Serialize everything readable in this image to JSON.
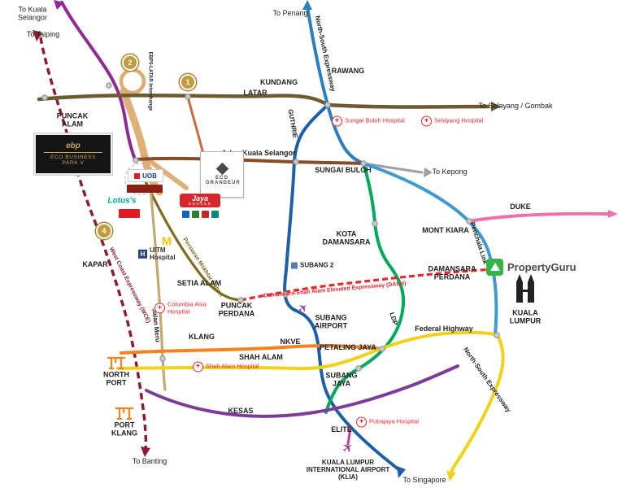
{
  "page": {
    "type": "location-map",
    "watermark": "PropertyGuru"
  },
  "roads": {
    "purple_trunk": "#8f2a95",
    "wce": "#8c1d30",
    "latar": "#6d5b2f",
    "nse": "#2d7dc1",
    "guthrie_elite": "#1f5fa8",
    "jalan_kuala_selangor": "#8a4b2a",
    "local": "#9aa0a6",
    "ldp": "#00a95c",
    "penchala": "#3f9ad0",
    "duke": "#f06eaa",
    "dash": "#e8282d",
    "mokhtar": "#7c6a1e",
    "jalan_meru": "#c7a871",
    "nkve": "#f5821f",
    "nse_south": "#f2d11b",
    "kesas": "#7d3c98",
    "klia_link": "#c13d8f",
    "ramp": "#dba96a",
    "ramp_orange": "#c96a3a"
  },
  "labels": {
    "to_kuala_selangor": "To Kuala Selangor",
    "to_taiping": "To Taiping",
    "to_penang": "To Penang",
    "rawang": "RAWANG",
    "kundang": "KUNDANG",
    "latar": "LATAR",
    "to_selayang_gombak": "To Selayang / Gombak",
    "nse_top": "North-South Expressway",
    "nse_south": "North-South Expressway",
    "guthrie": "GUTHRIE",
    "sungai_buloh_hospital": "Sungai Buloh Hospital",
    "selayang_hospital": "Selayang Hospital",
    "jalan_kuala_selangor": "Jalan Kuala Selangor",
    "sungai_buloh": "SUNGAI BULOH",
    "to_kepong": "To Kepong",
    "kota_damansara": "KOTA DAMANSARA",
    "mont_kiara": "MONT KIARA",
    "duke": "DUKE",
    "penchala_link": "Penchala Link",
    "damansara_perdana": "DAMANSARA PERDANA",
    "subang_2": "SUBANG 2",
    "dash": "Damansara-Shah Alam Elevated Expressway (DASH)",
    "persiaran_mokhtar_dahari": "Persiaran Mokhtar Dahari",
    "uitm_hospital": "UITM Hospital",
    "setia_alam": "SETIA ALAM",
    "columbia_asia_hospital": "Columbia Asia Hospital",
    "puncak_perdana": "PUNCAK PERDANA",
    "jalan_meru": "Jalan Meru",
    "wce": "West Coast Expressway (WCE)",
    "kapar": "KAPAR",
    "puncak_alam": "PUNCAK ALAM",
    "ebp5_latar_interchange": "EBP5-LATAR Interchange",
    "subang_airport": "SUBANG AIRPORT",
    "klang": "KLANG",
    "nkve": "NKVE",
    "shah_alam": "SHAH ALAM",
    "shah_alam_hospital": "Shah Alam Hospital",
    "petaling_jaya": "PETALING JAYA",
    "federal_highway": "Federal Highway",
    "ldp": "LDP",
    "subang_jaya": "SUBANG JAYA",
    "north_port": "NORTH PORT",
    "port_klang": "PORT KLANG",
    "kesas": "KESAS",
    "elite": "ELITE",
    "putrajaya_hospital": "Putrajaya Hospital",
    "to_banting": "To Banting",
    "klia": "KUALA LUMPUR INTERNATIONAL AIRPORT (KLIA)",
    "to_singapore": "To Singapore",
    "kuala_lumpur": "KUALA LUMPUR"
  },
  "markers": {
    "one": "1",
    "two": "2",
    "four": "4"
  },
  "logos": {
    "propertyguru": "PropertyGuru",
    "ebp_mark": "ebp",
    "ebp_name": "ECO BUSINESS PARK V",
    "eco_grandeur": "ECO GRANDEUR",
    "uob": "UOB",
    "lotus": "Lotus's",
    "jaya": "Jaya",
    "jaya_sub": "GROCER",
    "mcdonalds": "M"
  },
  "colors": {
    "hospital": "#e8282d",
    "marker": "#c49a3c",
    "plane": "#8e3a97",
    "port": "#f5821f",
    "propertyguru_green": "#35b34a",
    "towers": "#222222"
  }
}
